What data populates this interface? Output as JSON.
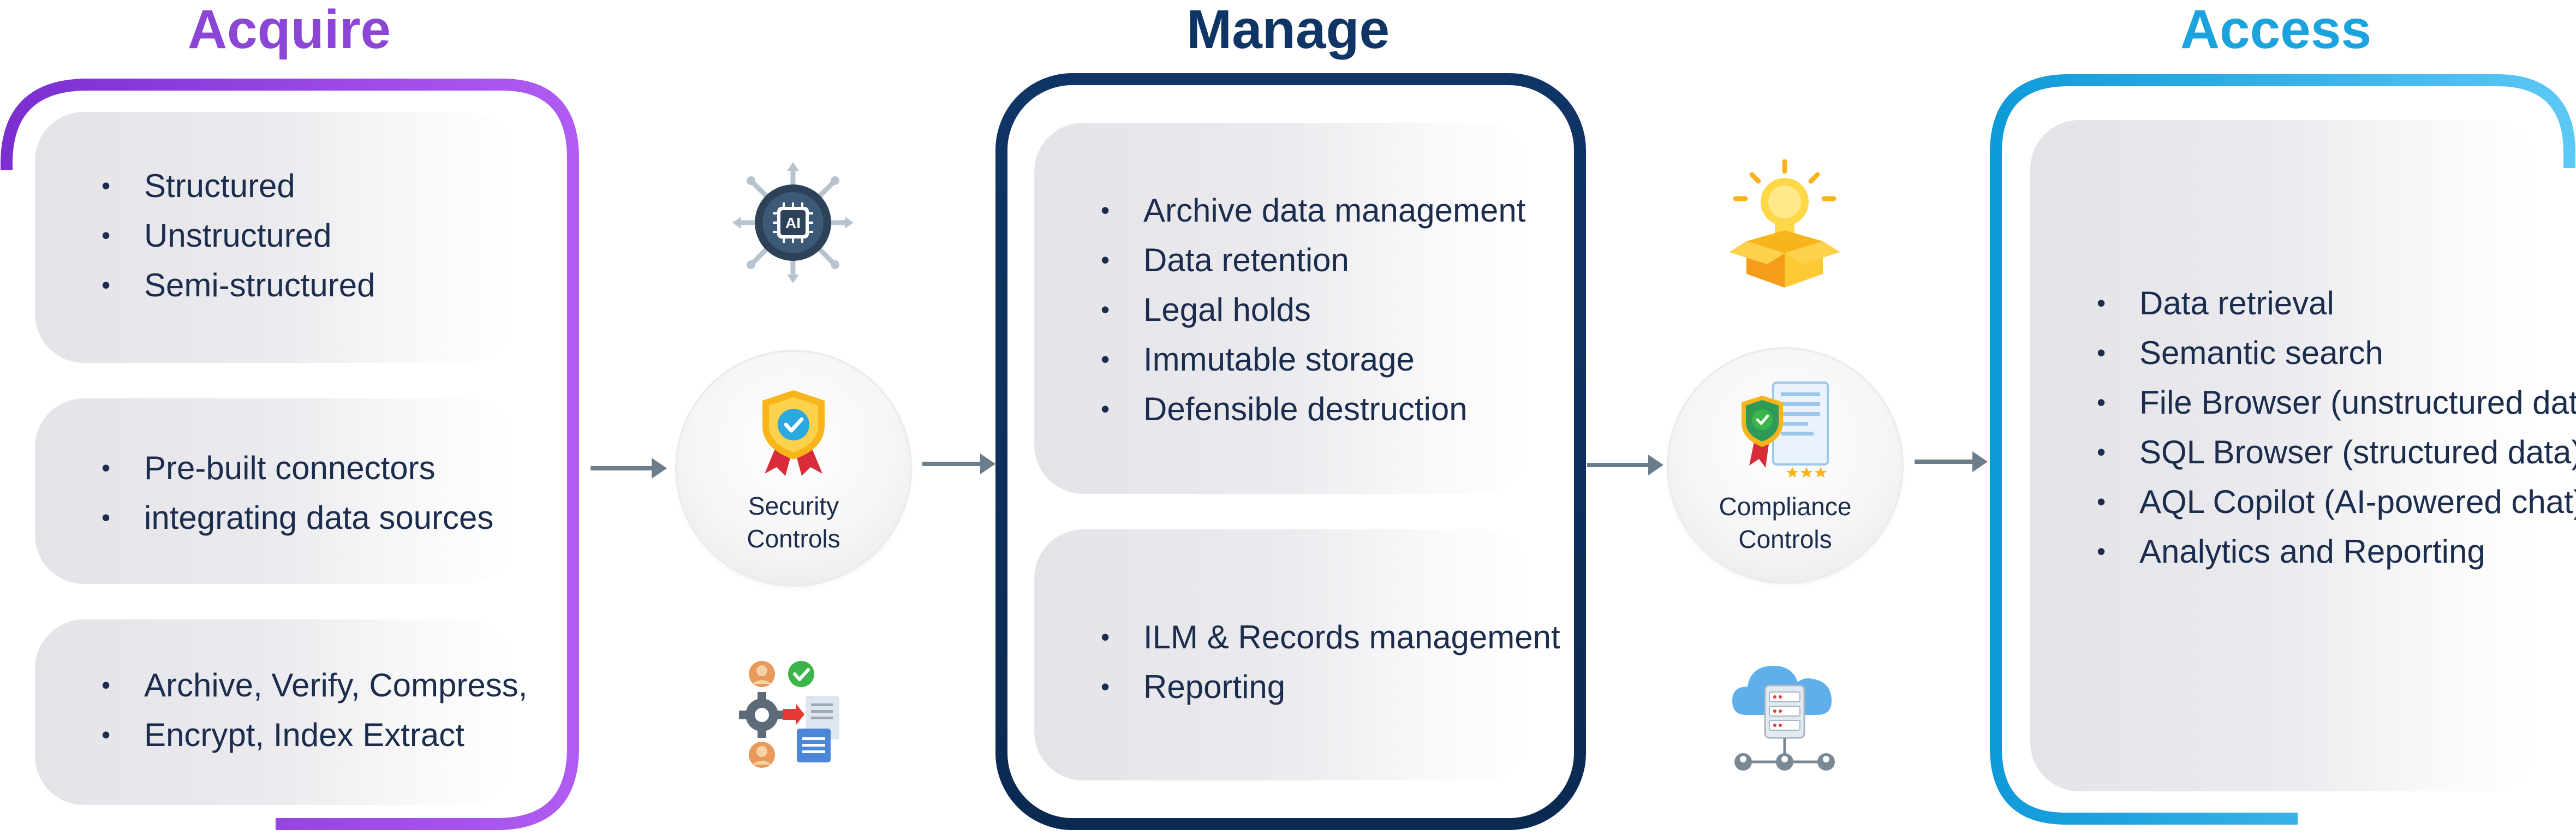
{
  "acquire": {
    "title": "Acquire",
    "color": "#8b46d6",
    "cards": [
      {
        "items": [
          "Structured",
          "Unstructured",
          "Semi-structured"
        ]
      },
      {
        "items": [
          "Pre-built connectors",
          "integrating data sources"
        ]
      },
      {
        "items": [
          "Archive, Verify, Compress,",
          "Encrypt, Index Extract"
        ]
      }
    ]
  },
  "manage": {
    "title": "Manage",
    "color": "#0f3566",
    "cards": [
      {
        "items": [
          "Archive data management",
          "Data retention",
          "Legal holds",
          "Immutable storage",
          "Defensible destruction"
        ]
      },
      {
        "items": [
          "ILM & Records management",
          "Reporting"
        ]
      }
    ]
  },
  "access": {
    "title": "Access",
    "color": "#1aa3dc",
    "cards": [
      {
        "items": [
          "Data retrieval",
          "Semantic search",
          "File Browser (unstructured data)",
          "SQL Browser (structured data)",
          "AQL Copilot (AI-powered chat)",
          "Analytics and Reporting"
        ]
      }
    ]
  },
  "controls": {
    "security": {
      "line1": "Security",
      "line2": "Controls"
    },
    "compliance": {
      "line1": "Compliance",
      "line2": "Controls"
    }
  },
  "icons": {
    "ai_chip": "AI",
    "security": "shield-badge-icon",
    "workflow": "people-gear-documents-icon",
    "idea": "lightbulb-box-icon",
    "compliance": "certificate-icon",
    "cloud": "cloud-server-network-icon"
  }
}
